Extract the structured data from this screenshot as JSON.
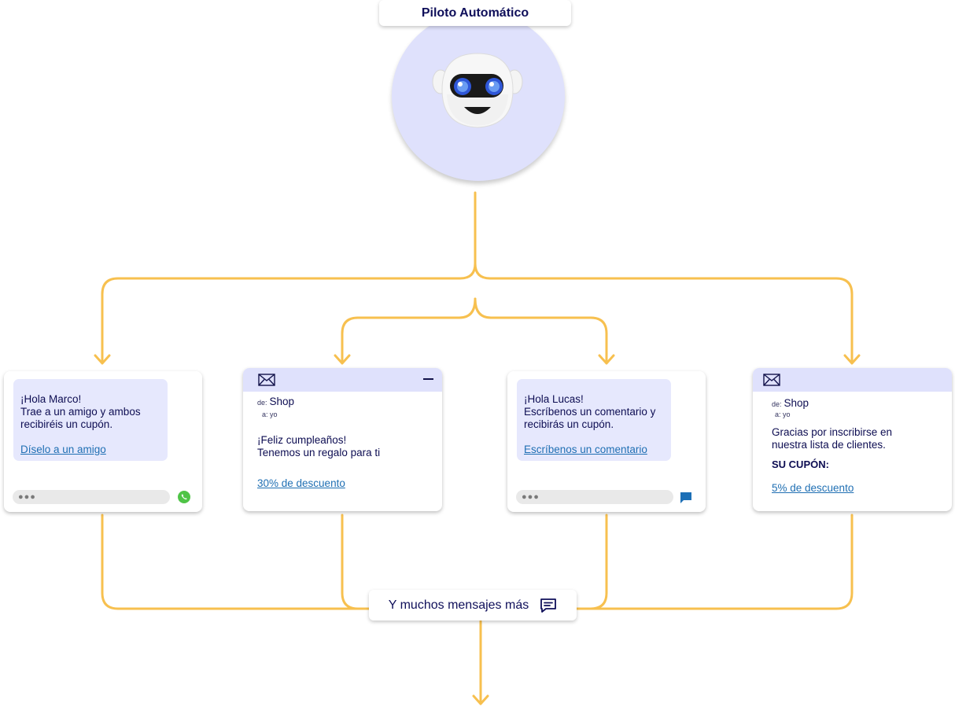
{
  "header": {
    "title": "Piloto Automático"
  },
  "cards": {
    "whatsapp": {
      "greeting": "¡Hola Marco!",
      "line1": "Trae a un amigo y ambos",
      "line2": "recibiréis un cupón.",
      "link": "Díselo a un amigo",
      "typing": "●●●",
      "icon": "whatsapp-icon"
    },
    "email_birthday": {
      "from_label": "de:",
      "from": "Shop",
      "to_label": "a:",
      "to": "yo",
      "line1": "¡Feliz cumpleaños!",
      "line2": "Tenemos un regalo para ti",
      "link": "30% de descuento",
      "icon": "envelope-icon"
    },
    "chat_comment": {
      "greeting": "¡Hola Lucas!",
      "line1": "Escríbenos un comentario y",
      "line2": "recibirás un cupón.",
      "link": "Escríbenos un comentario",
      "typing": "●●●",
      "icon": "chat-bubble-icon"
    },
    "email_signup": {
      "from_label": "de:",
      "from": "Shop",
      "to_label": "a:",
      "to": "yo",
      "line1": "Gracias por inscribirse en",
      "line2": "nuestra lista de clientes.",
      "coupon_label": "SU CUPÓN:",
      "link": "5% de descuento",
      "icon": "envelope-icon"
    }
  },
  "footer": {
    "label": "Y muchos mensajes más",
    "icon": "message-icon"
  },
  "colors": {
    "connector": "#f7c04f",
    "accent_bg": "#dfe1fc",
    "bubble_bg": "#e6e8fd",
    "text": "#0d0d52",
    "link": "#1f6fb3",
    "whatsapp": "#4fc447",
    "chat": "#1c6fb6"
  }
}
